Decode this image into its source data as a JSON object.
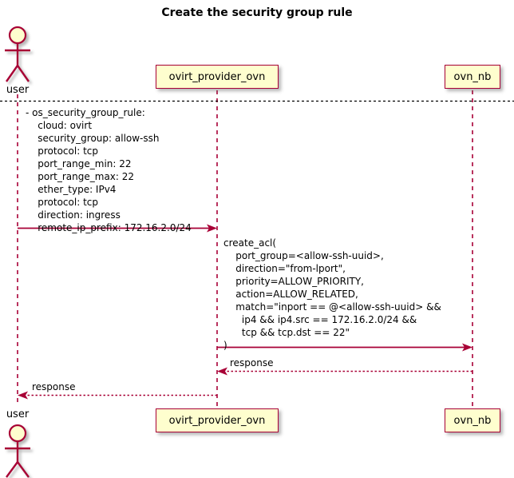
{
  "diagram": {
    "title": "Create the security group rule",
    "type": "sequence-diagram",
    "colors": {
      "line": "#A80036",
      "box_fill": "#FEFECE",
      "box_border": "#A80036",
      "actor_head_fill": "#FEFECE",
      "separator": "#000000",
      "background": "#FFFFFF"
    }
  },
  "participants": {
    "user_top_label": "user",
    "user_bottom_label": "user",
    "provider_top_label": "ovirt_provider_ovn",
    "provider_bottom_label": "ovirt_provider_ovn",
    "ovn_nb_top_label": "ovn_nb",
    "ovn_nb_bottom_label": "ovn_nb"
  },
  "messages": {
    "request_security_group_rule": "- os_security_group_rule:\n    cloud: ovirt\n    security_group: allow-ssh\n    protocol: tcp\n    port_range_min: 22\n    port_range_max: 22\n    ether_type: IPv4\n    protocol: tcp\n    direction: ingress\n    remote_ip_prefix: 172.16.2.0/24",
    "create_acl": "create_acl(\n    port_group=<allow-ssh-uuid>,\n    direction=\"from-lport\",\n    priority=ALLOW_PRIORITY,\n    action=ALLOW_RELATED,\n    match=\"inport == @<allow-ssh-uuid> &&\n      ip4 && ip4.src == 172.16.2.0/24 &&\n      tcp && tcp.dst == 22\"\n)",
    "response_from_ovn_nb": "response",
    "response_to_user": "response"
  }
}
